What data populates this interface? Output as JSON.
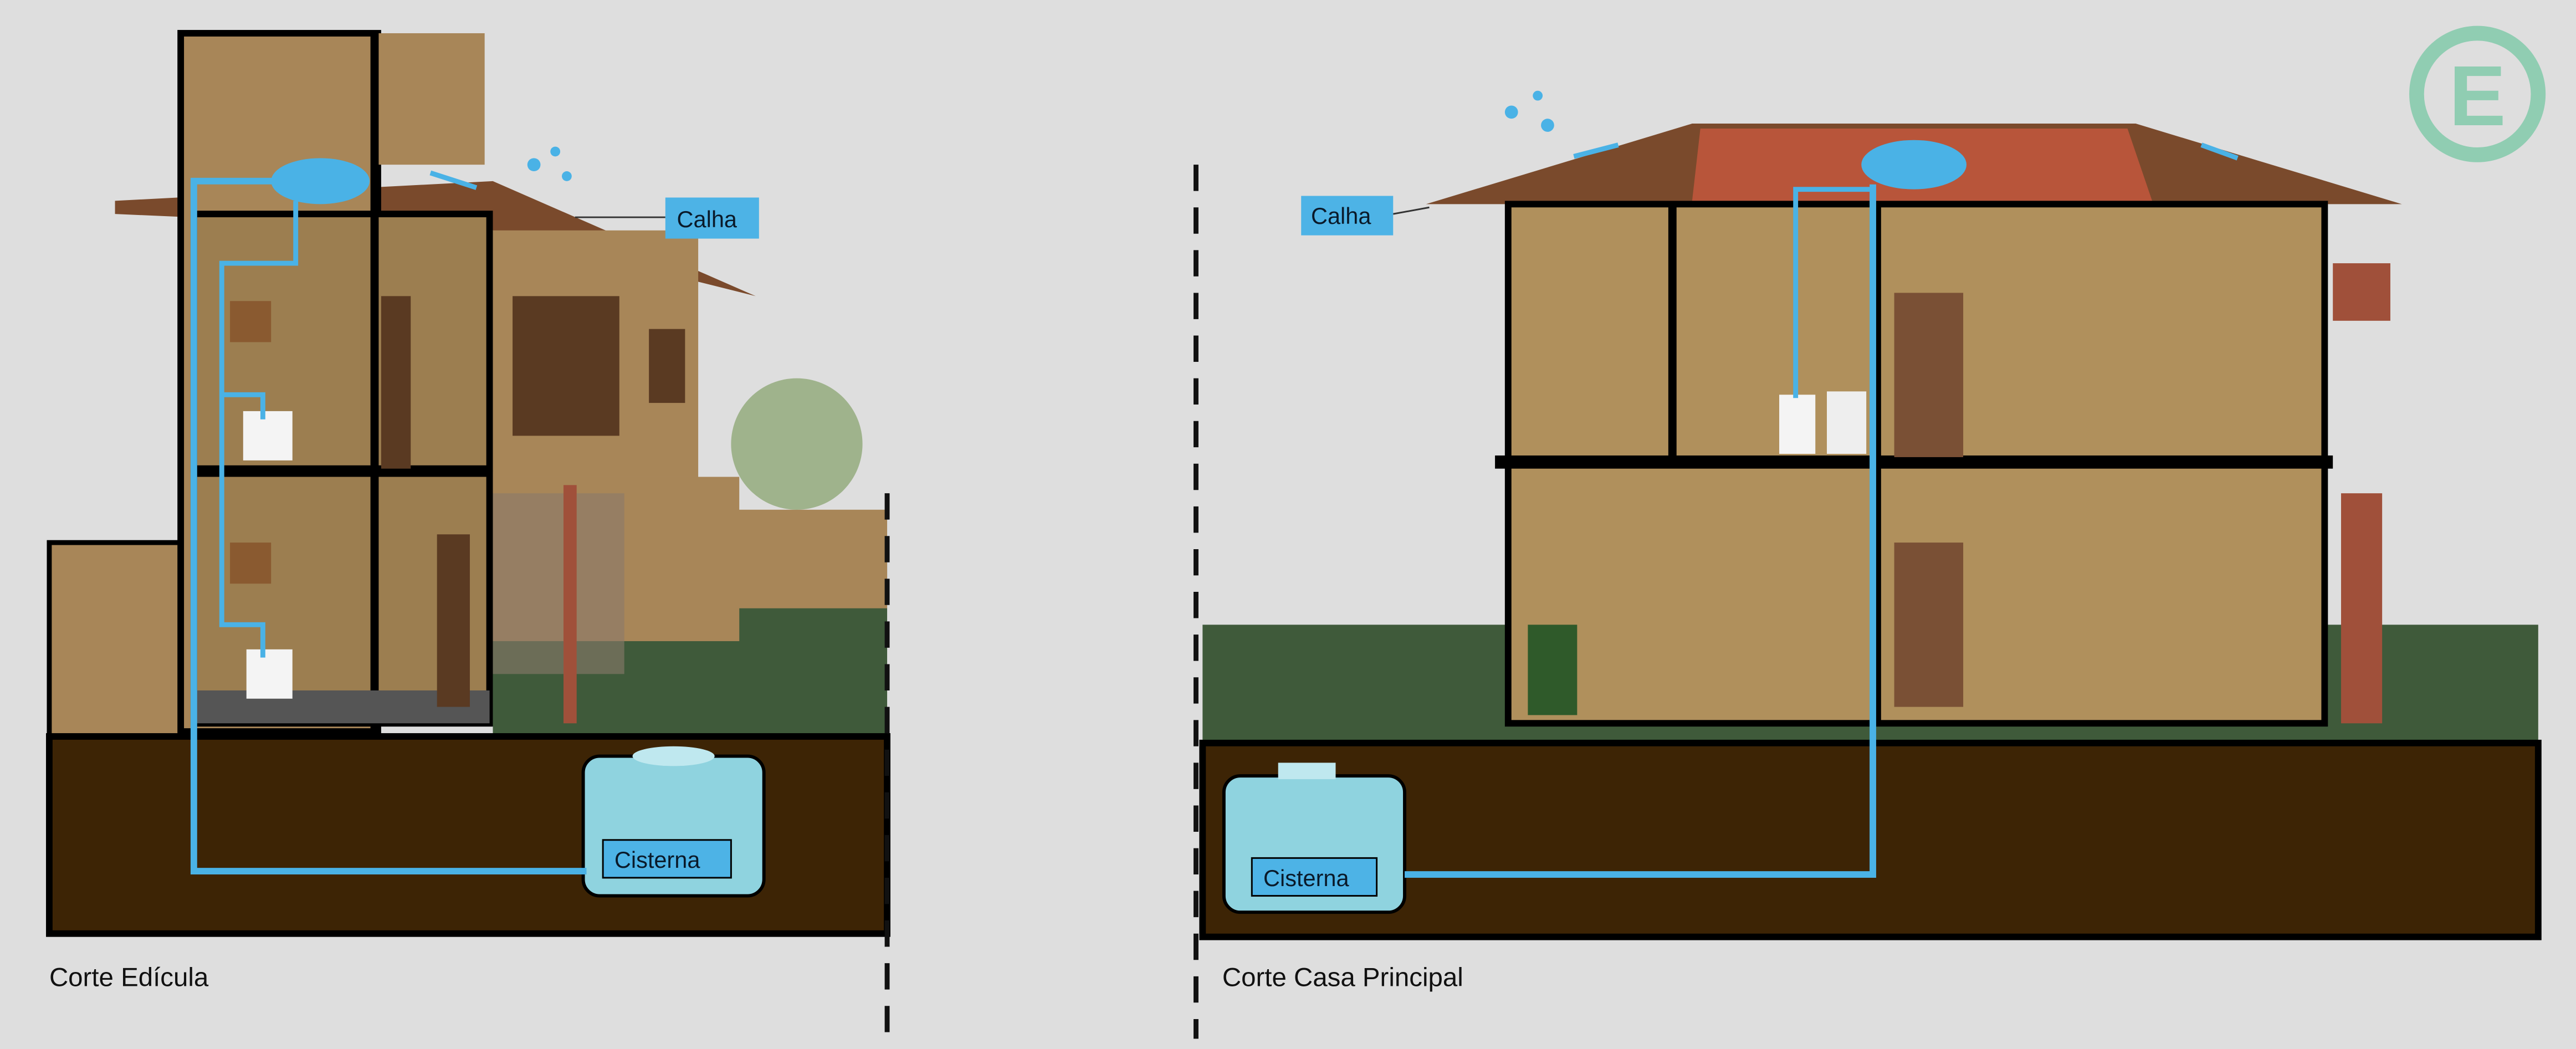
{
  "left_section": {
    "caption": "Corte Edícula",
    "gutter_label": "Calha",
    "cistern_label": "Cisterna"
  },
  "right_section": {
    "caption": "Corte Casa Principal",
    "gutter_label": "Calha",
    "cistern_label": "Cisterna"
  },
  "logo": {
    "letter": "E"
  },
  "colors": {
    "background": "#dedede",
    "pipe": "#4ab2e6",
    "label_box": "#4db3e6",
    "soil": "#3d2405",
    "brick": "#b0905c",
    "roof": "#7a4a2c",
    "grass": "#3f5a3a",
    "cistern": "#8fd3df",
    "logo": "#90cdb2"
  }
}
